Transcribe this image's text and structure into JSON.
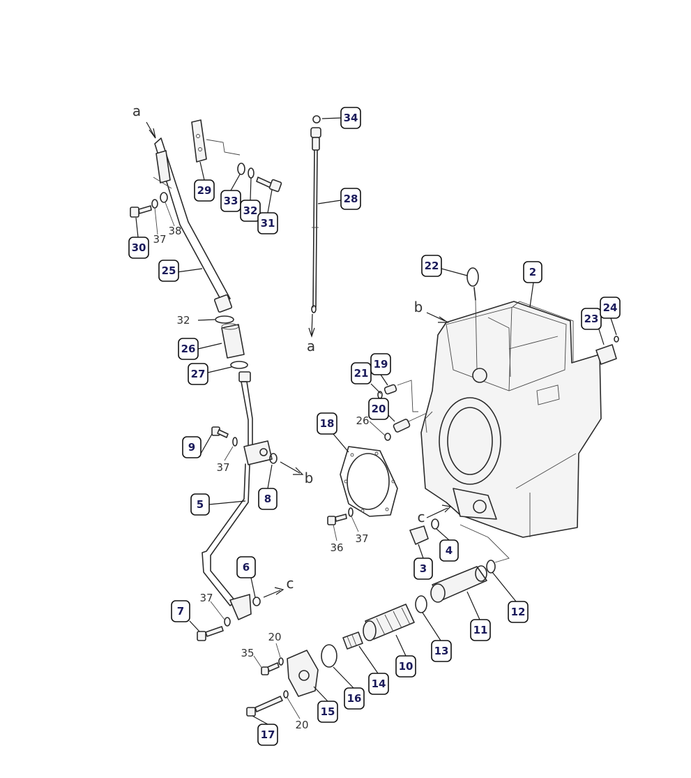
{
  "callouts": [
    "34",
    "28",
    "29",
    "33",
    "32",
    "31",
    "30",
    "25",
    "26",
    "27",
    "22",
    "2",
    "23",
    "24",
    "21",
    "19",
    "20",
    "18",
    "9",
    "5",
    "8",
    "6",
    "7",
    "3",
    "4",
    "12",
    "11",
    "13",
    "10",
    "14",
    "16",
    "15",
    "17"
  ],
  "plain_labels": [
    "37",
    "38",
    "32",
    "37",
    "26",
    "36",
    "37",
    "37",
    "20",
    "35",
    "20"
  ],
  "letter_labels": [
    "a",
    "a",
    "b",
    "b",
    "c",
    "c"
  ],
  "colors": {
    "callout_text": "#1a1a5a",
    "lines": "#2a2a2a"
  }
}
